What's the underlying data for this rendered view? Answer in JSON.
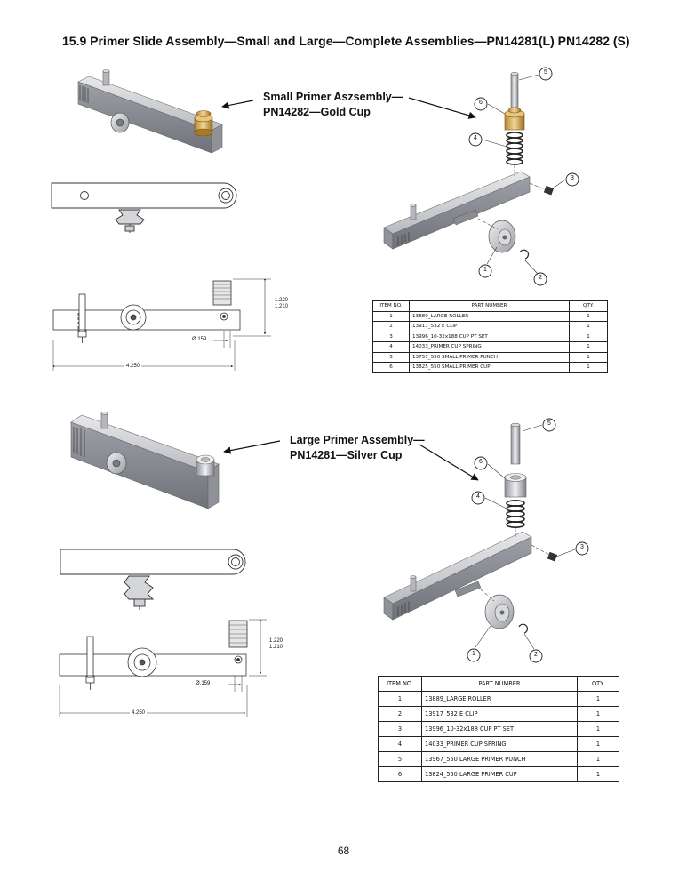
{
  "header": {
    "title": "15.9 Primer Slide Assembly—Small and Large—Complete Assemblies—PN14281(L) PN14282 (S)"
  },
  "small": {
    "callout_line1": "Small Primer Aszsembly—",
    "callout_line2": "PN14282—Gold Cup",
    "dim_length": "4.250",
    "dim_dia": "Ø.159",
    "dim_h1": "1.220",
    "dim_h2": "1.210",
    "balloons": [
      "1",
      "2",
      "3",
      "4",
      "5",
      "6"
    ],
    "bom": {
      "headers": [
        "ITEM NO.",
        "PART NUMBER",
        "QTY."
      ],
      "rows": [
        [
          "1",
          "13889_LARGE ROLLER",
          "1"
        ],
        [
          "2",
          "13917_532 E CLIP",
          "1"
        ],
        [
          "3",
          "13996_10-32x188 CUP PT SET",
          "1"
        ],
        [
          "4",
          "14033_PRIMER CUP SPRING",
          "1"
        ],
        [
          "5",
          "13757_550 SMALL PRIMER PUNCH",
          "1"
        ],
        [
          "6",
          "13825_550 SMALL PRIMER CUP",
          "1"
        ]
      ]
    }
  },
  "large": {
    "callout_line1": "Large Primer Assembly—",
    "callout_line2": "PN14281—Silver Cup",
    "dim_length": "4.250",
    "dim_dia": "Ø.159",
    "dim_h1": "1.220",
    "dim_h2": "1.210",
    "balloons": [
      "1",
      "2",
      "3",
      "4",
      "5",
      "6"
    ],
    "bom": {
      "headers": [
        "ITEM NO.",
        "PART NUMBER",
        "QTY."
      ],
      "rows": [
        [
          "1",
          "13889_LARGE ROLLER",
          "1"
        ],
        [
          "2",
          "13917_532 E CLIP",
          "1"
        ],
        [
          "3",
          "13996_10-32x188 CUP PT SET",
          "1"
        ],
        [
          "4",
          "14033_PRIMER CUP SPRING",
          "1"
        ],
        [
          "5",
          "13967_550 LARGE PRIMER PUNCH",
          "1"
        ],
        [
          "6",
          "13824_550 LARGE PRIMER CUP",
          "1"
        ]
      ]
    }
  },
  "footer": {
    "page_number": "68"
  }
}
